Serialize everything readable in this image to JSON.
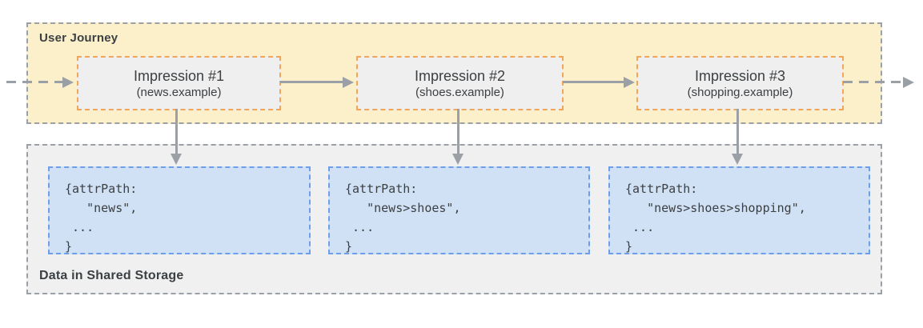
{
  "journey": {
    "label": "User Journey",
    "impressions": [
      {
        "title": "Impression #1",
        "domain": "(news.example)"
      },
      {
        "title": "Impression #2",
        "domain": "(shoes.example)"
      },
      {
        "title": "Impression #3",
        "domain": "(shopping.example)"
      }
    ]
  },
  "storage": {
    "label": "Data in Shared Storage",
    "entries": [
      {
        "code": "{attrPath:\n   \"news\",\n ...\n}"
      },
      {
        "code": "{attrPath:\n   \"news>shoes\",\n ...\n}"
      },
      {
        "code": "{attrPath:\n   \"news>shoes>shopping\",\n ...\n}"
      }
    ]
  },
  "colors": {
    "journey_bg": "#FCF0CB",
    "journey_border": "#9AA0A6",
    "impression_bg": "#EFEFEF",
    "impression_border": "#F2A65A",
    "storage_bg": "#F0F0F0",
    "storage_border": "#9AA0A6",
    "entry_bg": "#D0E1F5",
    "entry_border": "#6D9EEB",
    "arrow": "#9AA0A6",
    "text": "#3C4043"
  }
}
